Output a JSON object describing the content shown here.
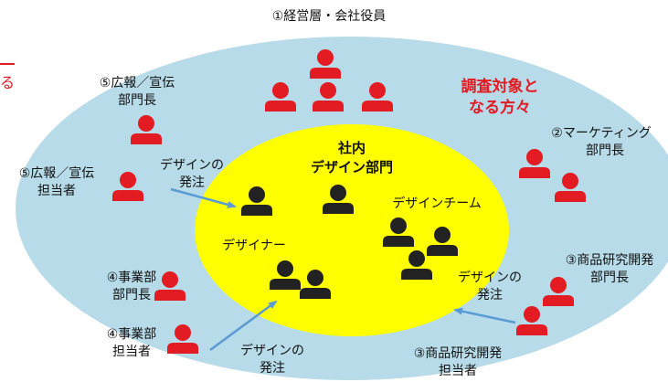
{
  "colors": {
    "outer_ellipse": "#b7dbe8",
    "inner_ellipse": "#ffff00",
    "red_person": "#e31b23",
    "black_person": "#222222",
    "arrow": "#5b9bd5",
    "accent_text": "#e31b23"
  },
  "icons": {
    "person": "person-icon"
  },
  "labels": {
    "executives": "①経営層・会社役員",
    "target_line1": "調査対象と",
    "target_line2": "なる方々",
    "pr_manager_line1": "⑤広報／宣伝",
    "pr_manager_line2": "部門長",
    "pr_staff_line1": "⑤広報／宣伝",
    "pr_staff_line2": "担当者",
    "marketing_line1": "②マーケティング",
    "marketing_line2": "部門長",
    "inhouse_line1": "社内",
    "inhouse_line2": "デザイン部門",
    "design_team": "デザインチーム",
    "designer": "デザイナー",
    "order_pr_line1": "デザインの",
    "order_pr_line2": "発注",
    "order_rd_line1": "デザインの",
    "order_rd_line2": "発注",
    "order_biz_line1": "デザインの",
    "order_biz_line2": "発注",
    "rd_manager_line1": "③商品研究開発",
    "rd_manager_line2": "部門長",
    "rd_staff_line1": "③商品研究開発",
    "rd_staff_line2": "担当者",
    "biz_manager_line1": "④事業部",
    "biz_manager_line2": "部門長",
    "biz_staff_line1": "④事業部",
    "biz_staff_line2": "担当者",
    "edge_fragment": "る"
  }
}
